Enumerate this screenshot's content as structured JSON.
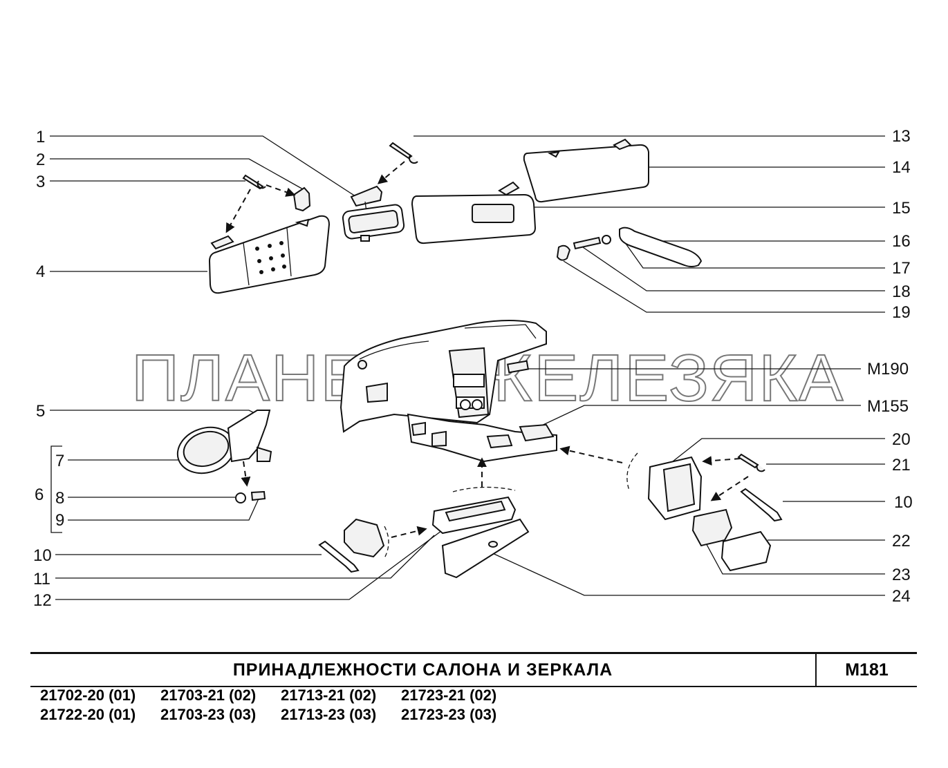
{
  "watermark": "ПЛАНЕТА ЖЕЛЕЗЯКА",
  "callouts_left": [
    "1",
    "2",
    "3",
    "4",
    "5",
    "6",
    "7",
    "8",
    "9",
    "10",
    "11",
    "12"
  ],
  "callouts_right": [
    "13",
    "14",
    "15",
    "16",
    "17",
    "18",
    "19",
    "M190",
    "M155",
    "20",
    "21",
    "10",
    "22",
    "23",
    "24"
  ],
  "title_block": {
    "title": "ПРИНАДЛЕЖНОСТИ   САЛОНА   И   ЗЕРКАЛА",
    "code": "М181"
  },
  "models": [
    [
      "21702-20 (01)",
      "21703-21 (02)",
      "21713-21 (02)",
      "21723-21 (02)"
    ],
    [
      "21722-20 (01)",
      "21703-23 (03)",
      "21713-23 (03)",
      "21723-23 (03)"
    ]
  ]
}
